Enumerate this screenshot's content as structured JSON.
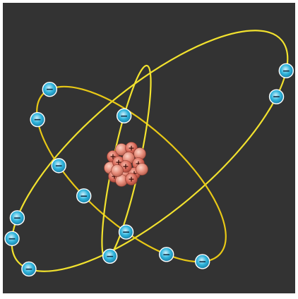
{
  "diagram": {
    "background_color": "#333333",
    "frame_color": "#ffffff",
    "orbit_color": "#f2e22e",
    "orbit_color_inner": "#e8c816",
    "electron_outer_color": "#2fb4dc",
    "electron_inner_color": "#cfeffa",
    "electron_symbol": "−",
    "proton_color": "#d96a5a",
    "proton_symbol": "+",
    "neutron_color": "#e58a78",
    "orbits": [
      {
        "name": "orbit-outer-diagonal",
        "electron_count": 5
      },
      {
        "name": "orbit-mid-diagonal",
        "electron_count": 7
      },
      {
        "name": "orbit-narrow-vertical",
        "electron_count": 2
      }
    ],
    "electron_total": 14
  }
}
